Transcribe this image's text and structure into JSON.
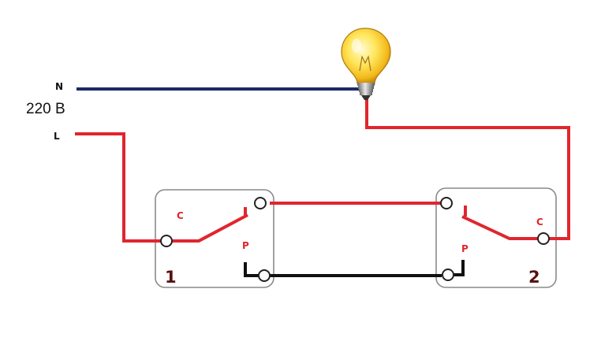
{
  "supply": {
    "neutral_label": "N",
    "voltage_label": "220 В",
    "line_label": "L"
  },
  "switch1": {
    "common_label": "C",
    "lower_label": "P",
    "number": "1"
  },
  "switch2": {
    "common_label": "C",
    "lower_label": "P",
    "number": "2"
  },
  "colors": {
    "neutral_wire": "#1c2a66",
    "phase_wire": "#e0262e",
    "traveler_lower": "#111111",
    "switch_box": "#888888",
    "terminal_label": "#e0262e",
    "switch_number": "#5a1010"
  }
}
